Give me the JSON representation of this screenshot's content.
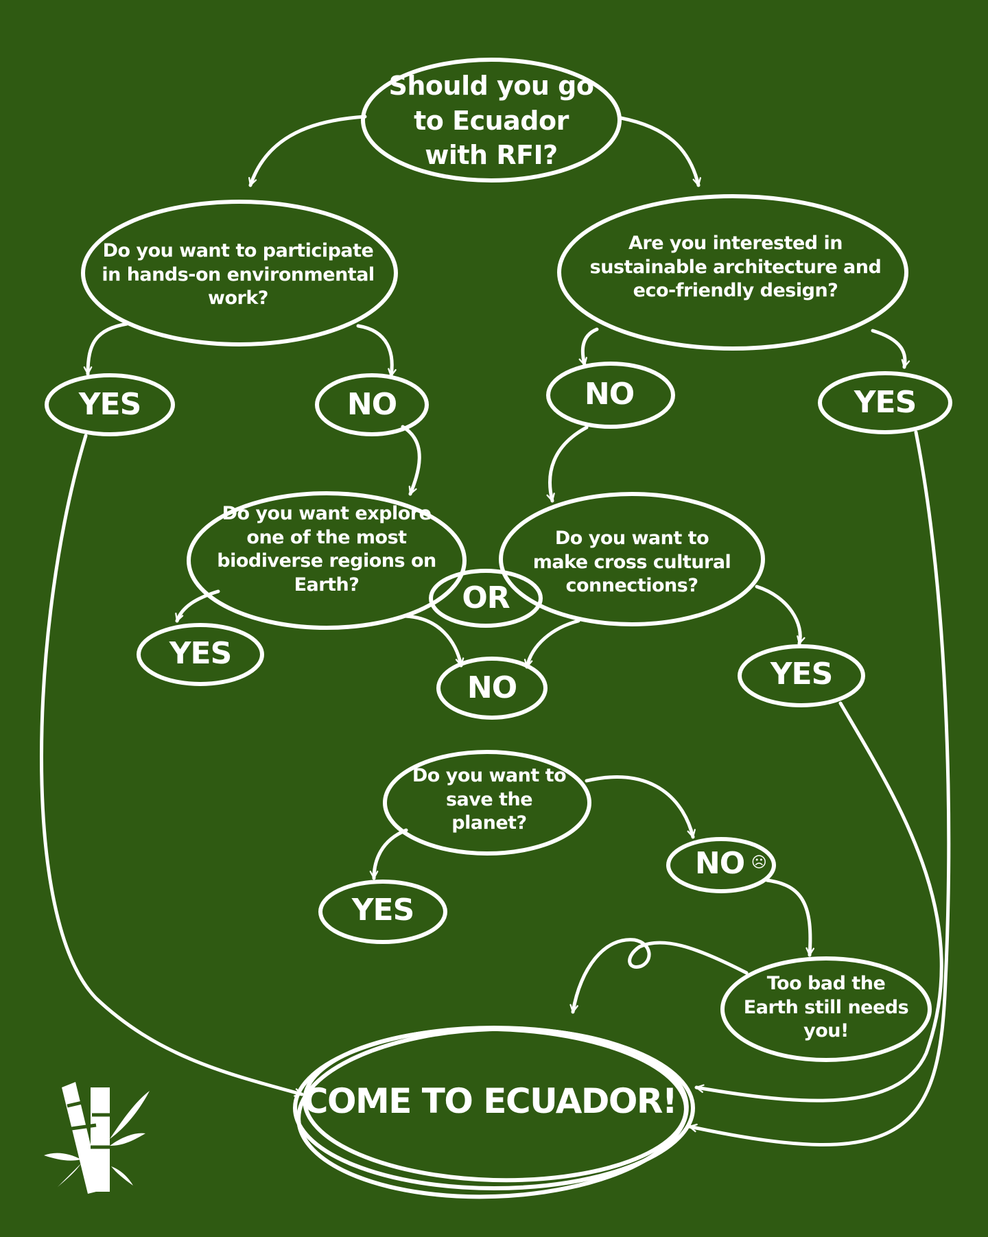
{
  "title_question": "Should you go to Ecuador with RFI?",
  "questions": {
    "hands_on": "Do you want to participate in hands-on environmental work?",
    "architecture": "Are you interested in sustainable architecture and eco-friendly design?",
    "biodiverse": "Do you want explore one of the most biodiverse regions on Earth?",
    "cultural": "Do you want to make cross cultural connections?",
    "save_planet": "Do you want to save the planet?"
  },
  "answers": {
    "yes": "YES",
    "no": "NO",
    "or": "OR",
    "sad_face": "☹"
  },
  "too_bad": "Too bad the Earth still needs you!",
  "finale": "COME TO ECUADOR!",
  "logo_icon": "bamboo-icon",
  "colors": {
    "background": "#2f5a12",
    "ink": "#ffffff"
  }
}
